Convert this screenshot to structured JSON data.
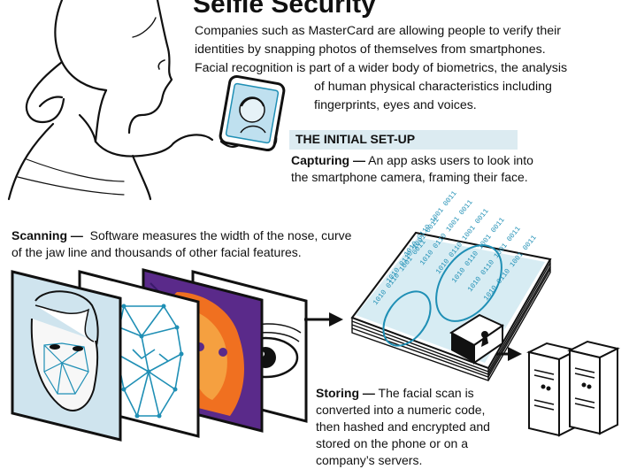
{
  "title": "Selfie Security",
  "intro": [
    "Companies such as MasterCard are allowing people to verify their",
    "identities by snapping photos of themselves from smartphones.",
    "Facial recognition is part of a wider body of biometrics, the analysis",
    "of human physical characteristics including",
    "fingerprints, eyes and voices."
  ],
  "setup_heading": "THE INITIAL SET-UP",
  "capturing": {
    "label": "Capturing —",
    "lines": [
      " An app asks users to look into",
      "the smartphone camera, framing their face."
    ]
  },
  "scanning": {
    "label": "Scanning —",
    "lines": [
      "  Software measures the width of the nose, curve",
      "of the jaw line and thousands of other facial features."
    ]
  },
  "storing": {
    "label": "Storing —",
    "lines": [
      " The facial scan is",
      "converted into a numeric code,",
      "then hashed and encrypted and",
      "stored on the phone or on a",
      "company’s servers."
    ]
  },
  "binary_text": "1010 0110 1001 0011",
  "colors": {
    "banner_bg": "#dcebf1",
    "accent_blue": "#1f8fb5",
    "panel_blue": "#cfe4ee",
    "heat_orange": "#f07020",
    "heat_purple": "#5a2a8a"
  }
}
